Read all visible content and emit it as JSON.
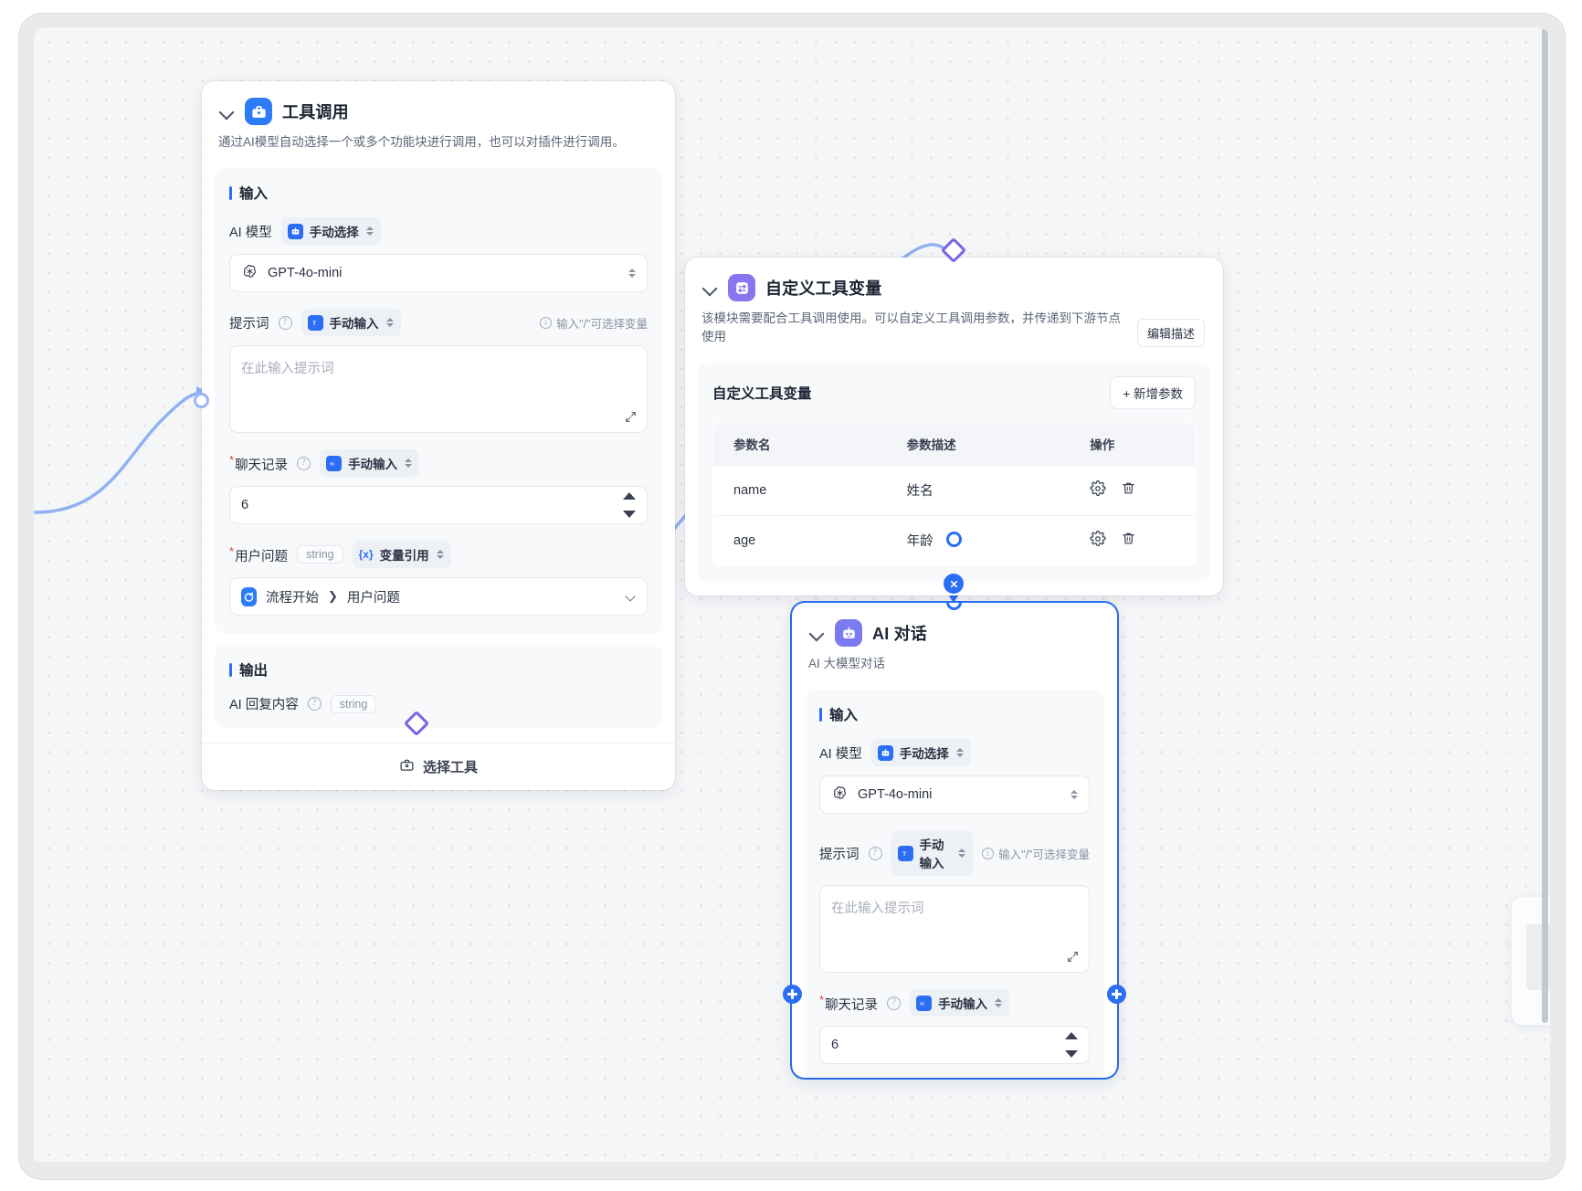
{
  "canvas": {
    "grid": true,
    "background_color": "#f4f6f8",
    "accent_color": "#2b6ef6",
    "diamond_color": "#7c63e6"
  },
  "nodes": [
    {
      "id": "tool-call",
      "icon": "toolbox-icon",
      "icon_bg": "#2b7cf6",
      "title": "工具调用",
      "description": "通过AI模型自动选择一个或多个功能块进行调用，也可以对插件进行调用。",
      "input_section_label": "输入",
      "output_section_label": "输出",
      "fields": {
        "model_label": "AI 模型",
        "model_mode": "手动选择",
        "model_mode_icon": "robot-badge",
        "model_value": "GPT-4o-mini",
        "model_value_icon": "openai-icon",
        "prompt_label": "提示词",
        "prompt_mode": "手动输入",
        "prompt_mode_icon": "text-badge",
        "prompt_hint": "输入\"/\"可选择变量",
        "prompt_placeholder": "在此输入提示词",
        "prompt_value": "",
        "history_label": "聊天记录",
        "history_required": true,
        "history_mode": "手动输入",
        "history_mode_icon": "number-badge",
        "history_value": "6",
        "question_label": "用户问题",
        "question_required": true,
        "question_type_tag": "string",
        "question_mode": "变量引用",
        "question_mode_icon": "variable-badge",
        "question_ref_source": "流程开始",
        "question_ref_separator": "❯",
        "question_ref_field": "用户问题",
        "question_ref_icon": "flow-start-icon"
      },
      "output": {
        "label": "AI 回复内容",
        "type_tag": "string"
      },
      "footer_button": {
        "label": "选择工具",
        "icon": "toolbox-outline-icon"
      }
    },
    {
      "id": "custom-tool-var",
      "icon": "exchange-icon",
      "icon_bg": "#8b74ef",
      "title": "自定义工具变量",
      "description": "该模块需要配合工具调用使用。可以自定义工具调用参数，并传递到下游节点使用",
      "edit_desc_button": "编辑描述",
      "subcard_title": "自定义工具变量",
      "add_param_button": "+ 新增参数",
      "table": {
        "headers": [
          "参数名",
          "参数描述",
          "操作"
        ],
        "rows": [
          {
            "name": "name",
            "desc": "姓名",
            "actions": [
              "gear-icon",
              "trash-icon"
            ]
          },
          {
            "name": "age",
            "desc": "年龄",
            "actions": [
              "gear-icon",
              "trash-icon"
            ]
          }
        ]
      }
    },
    {
      "id": "ai-chat",
      "icon": "robot-icon",
      "icon_bg": "#7b7bf0",
      "title": "AI 对话",
      "description": "AI 大模型对话",
      "selected": true,
      "input_section_label": "输入",
      "fields": {
        "model_label": "AI 模型",
        "model_mode": "手动选择",
        "model_mode_icon": "robot-badge",
        "model_value": "GPT-4o-mini",
        "model_value_icon": "openai-icon",
        "prompt_label": "提示词",
        "prompt_mode": "手动输入",
        "prompt_mode_icon": "text-badge",
        "prompt_hint": "输入\"/\"可选择变量",
        "prompt_placeholder": "在此输入提示词",
        "prompt_value": "",
        "history_label": "聊天记录",
        "history_required": true,
        "history_mode": "手动输入",
        "history_mode_icon": "number-badge",
        "history_value": "6"
      }
    }
  ]
}
